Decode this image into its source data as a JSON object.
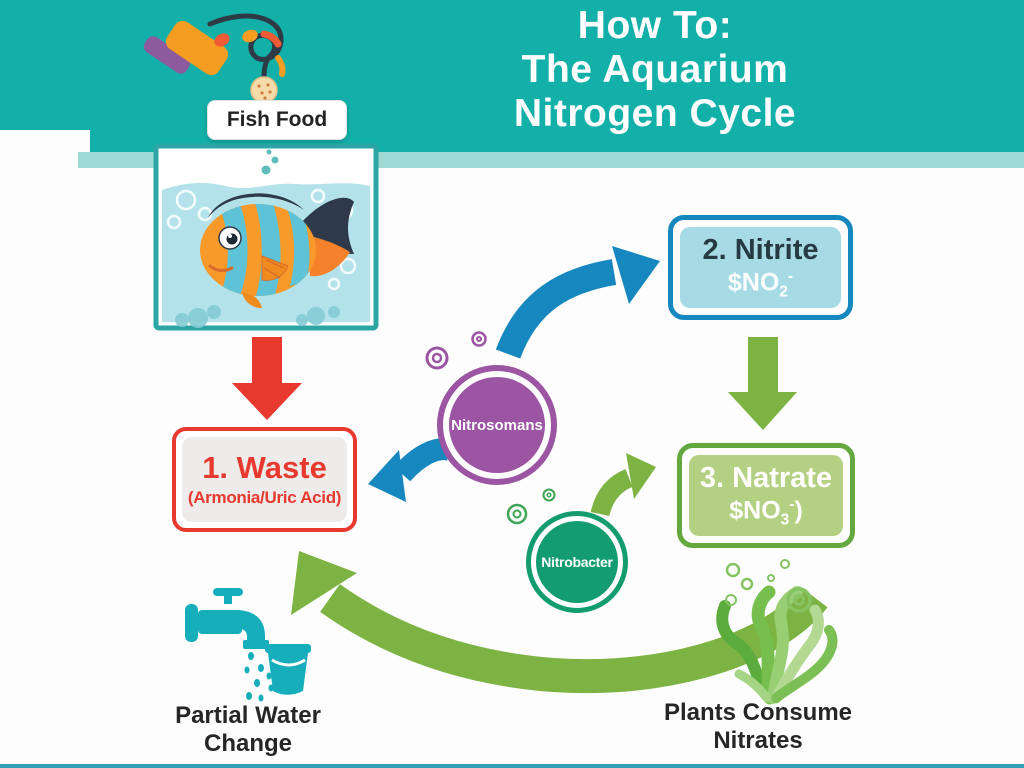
{
  "colors": {
    "teal": "#12b0a8",
    "teal-light": "#9ed9d6",
    "aqua": "#17aebb",
    "tank-border": "#2ba6a4",
    "water": "#b3e2ea",
    "red": "#e8392f",
    "blue": "#1787c0",
    "green": "#7cb342",
    "green-dark": "#64a93f",
    "nitrite-fill": "#a6dbe5",
    "nitrate-fill": "#b4d183",
    "waste-fill": "#edecea",
    "purple": "#9b55a2",
    "bacteria-green": "#139c70",
    "plant-green": "#6ab944",
    "orange": "#f79a2a",
    "fish-dark": "#2e3a4a",
    "stripe": "#5ec3d6",
    "decor-green": "#3fa455",
    "bottom-line": "#2f9fb6",
    "ink": "#262626"
  },
  "header": {
    "title_lines": [
      "How To:",
      "The Aquarium",
      "Nitrogen Cycle"
    ]
  },
  "fish_food": {
    "label": "Fish Food"
  },
  "cycle": {
    "waste": {
      "title": "1. Waste",
      "subtitle": "(Armonia/Uric Acid)"
    },
    "nitrite": {
      "title": "2. Nitrite",
      "formula": {
        "prefix": "$NO",
        "sub": "2",
        "sup": "-",
        "suffix": ""
      }
    },
    "nitrate": {
      "title": "3. Natrate",
      "formula": {
        "prefix": "$NO",
        "sub": "3",
        "sup": "-",
        "suffix": ")"
      }
    },
    "bacteria": {
      "nitrosomonas": "Nitrosomans",
      "nitrobacter": "Nitrobacter"
    }
  },
  "footer": {
    "water_change": {
      "line1": "Partial Water",
      "line2": "Change"
    },
    "plants": {
      "line1": "Plants Consume",
      "line2": "Nitrates"
    }
  }
}
